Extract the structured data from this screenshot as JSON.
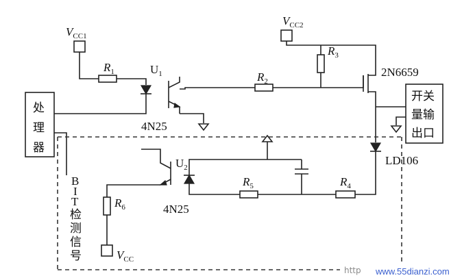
{
  "labels": {
    "vcc1_main": "V",
    "vcc1_sub": "CC1",
    "vcc2_main": "V",
    "vcc2_sub": "CC2",
    "vcc_main": "V",
    "vcc_sub": "CC",
    "r1_main": "R",
    "r1_sub": "1",
    "r2_main": "R",
    "r2_sub": "2",
    "r3_main": "R",
    "r3_sub": "3",
    "r4_main": "R",
    "r4_sub": "4",
    "r5_main": "R",
    "r5_sub": "5",
    "r6_main": "R",
    "r6_sub": "6",
    "u1_main": "U",
    "u1_sub": "1",
    "u2_main": "U",
    "u2_sub": "2",
    "opto1_part": "4N25",
    "opto2_part": "4N25",
    "mosfet_part": "2N6659",
    "diode_part": "LD106",
    "processor": [
      "处",
      "理",
      "器"
    ],
    "switch_output": [
      "开关",
      "量输",
      "出口"
    ],
    "bit_signal": [
      "B",
      "I",
      "T",
      "检",
      "测",
      "信",
      "号"
    ]
  },
  "watermark": {
    "prefix": "http",
    "site": "www.55dianzi.com"
  }
}
